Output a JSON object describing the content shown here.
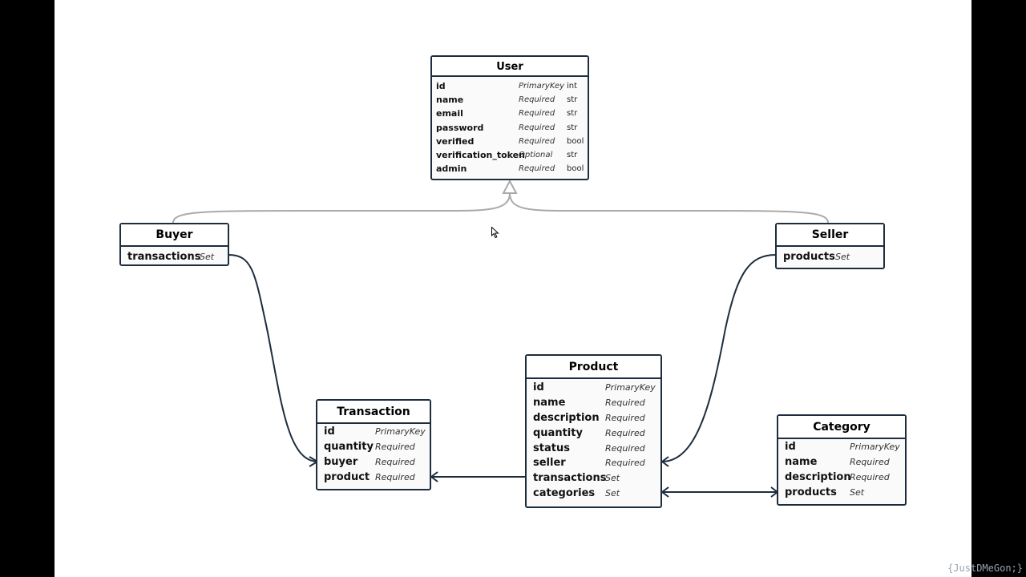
{
  "entities": {
    "user": {
      "title": "User",
      "fields": [
        {
          "name": "id",
          "constraint": "PrimaryKey",
          "type": "int"
        },
        {
          "name": "name",
          "constraint": "Required",
          "type": "str"
        },
        {
          "name": "email",
          "constraint": "Required",
          "type": "str"
        },
        {
          "name": "password",
          "constraint": "Required",
          "type": "str"
        },
        {
          "name": "verified",
          "constraint": "Required",
          "type": "bool"
        },
        {
          "name": "verification_token",
          "constraint": "Optional",
          "type": "str"
        },
        {
          "name": "admin",
          "constraint": "Required",
          "type": "bool"
        }
      ]
    },
    "buyer": {
      "title": "Buyer",
      "fields": [
        {
          "name": "transactions",
          "constraint": "Set"
        }
      ]
    },
    "seller": {
      "title": "Seller",
      "fields": [
        {
          "name": "products",
          "constraint": "Set"
        }
      ]
    },
    "transaction": {
      "title": "Transaction",
      "fields": [
        {
          "name": "id",
          "constraint": "PrimaryKey"
        },
        {
          "name": "quantity",
          "constraint": "Required"
        },
        {
          "name": "buyer",
          "constraint": "Required"
        },
        {
          "name": "product",
          "constraint": "Required"
        }
      ]
    },
    "product": {
      "title": "Product",
      "fields": [
        {
          "name": "id",
          "constraint": "PrimaryKey"
        },
        {
          "name": "name",
          "constraint": "Required"
        },
        {
          "name": "description",
          "constraint": "Required"
        },
        {
          "name": "quantity",
          "constraint": "Required"
        },
        {
          "name": "status",
          "constraint": "Required"
        },
        {
          "name": "seller",
          "constraint": "Required"
        },
        {
          "name": "transactions",
          "constraint": "Set"
        },
        {
          "name": "categories",
          "constraint": "Set"
        }
      ]
    },
    "category": {
      "title": "Category",
      "fields": [
        {
          "name": "id",
          "constraint": "PrimaryKey"
        },
        {
          "name": "name",
          "constraint": "Required"
        },
        {
          "name": "description",
          "constraint": "Required"
        },
        {
          "name": "products",
          "constraint": "Set"
        }
      ]
    }
  },
  "watermark": "{JustDMeGon;}",
  "colors": {
    "border": "#1d2d3d",
    "relation": "#1d2d3d",
    "inheritance": "#aaaaaa",
    "frame": "#000000"
  }
}
